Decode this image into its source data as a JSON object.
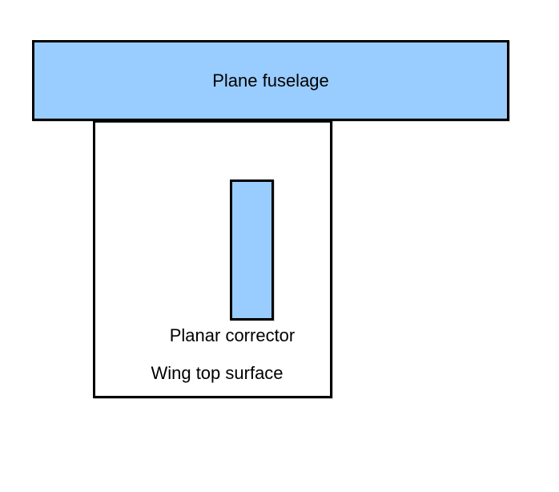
{
  "diagram": {
    "fuselage": {
      "label": "Plane fuselage"
    },
    "corrector": {
      "label": "Planar corrector"
    },
    "wing": {
      "label": "Wing top surface"
    }
  },
  "colors": {
    "shape_fill": "#99CCFF",
    "stroke": "#000000",
    "background": "#FFFFFF",
    "text": "#000000"
  }
}
